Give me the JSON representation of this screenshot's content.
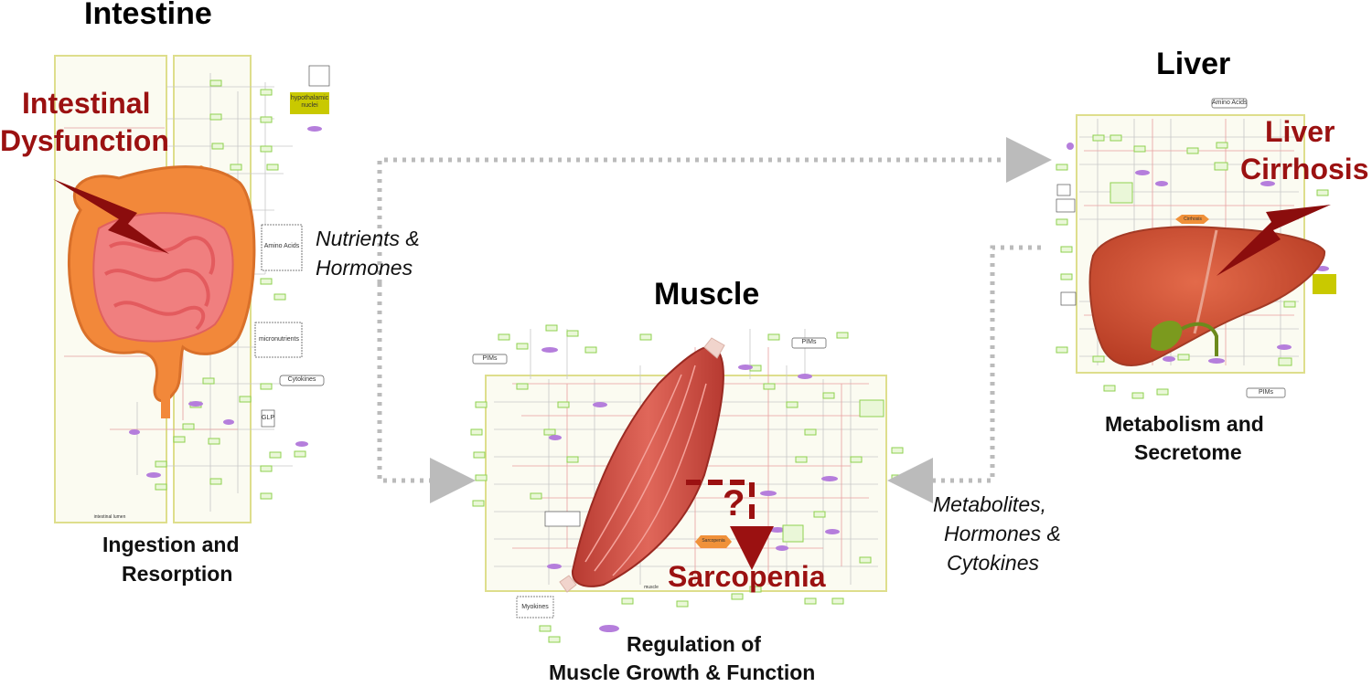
{
  "organs": {
    "intestine": {
      "title": "Intestine",
      "disease_line1": "Intestinal",
      "disease_line2": "Dysfunction",
      "caption_line1": "Ingestion and",
      "caption_line2": "Resorption",
      "boxes": {
        "amino_acids": "Amino Acids",
        "micronutrients": "micronutrients",
        "cytokines": "Cytokines",
        "glp": "GLP",
        "hypothalamic_nuclei": "hypothalamic nuclei",
        "intestinal_lumen": "intestinal lumen"
      }
    },
    "muscle": {
      "title": "Muscle",
      "disease": "Sarcopenia",
      "question": "?",
      "caption_line1": "Regulation of",
      "caption_line2": "Muscle Growth & Function",
      "boxes": {
        "pims_left": "PIMs",
        "pims_right": "PIMs",
        "myokines": "Myokines",
        "sarcopenia_node": "Sarcopenia",
        "muscle_label": "muscle"
      }
    },
    "liver": {
      "title": "Liver",
      "disease_line1": "Liver",
      "disease_line2": "Cirrhosis",
      "caption_line1": "Metabolism and",
      "caption_line2": "Secretome",
      "boxes": {
        "amino_acids": "Amino Acids",
        "cirrhosis_node": "Cirrhosis",
        "pims": "PIMs"
      }
    }
  },
  "flows": {
    "nutrients_line1": "Nutrients &",
    "nutrients_line2": "Hormones",
    "metabolites_line1": "Metabolites,",
    "metabolites_line2": "Hormones &",
    "metabolites_line3": "Cytokines"
  },
  "colors": {
    "disease_red": "#9b1111",
    "panel_border": "#dede8c",
    "node_green": "#8fd14f",
    "node_purple": "#b57edc",
    "node_orange": "#f0913a",
    "arrow_gray": "#bbbbbb",
    "hypothalamic_fill": "#c9c900"
  }
}
